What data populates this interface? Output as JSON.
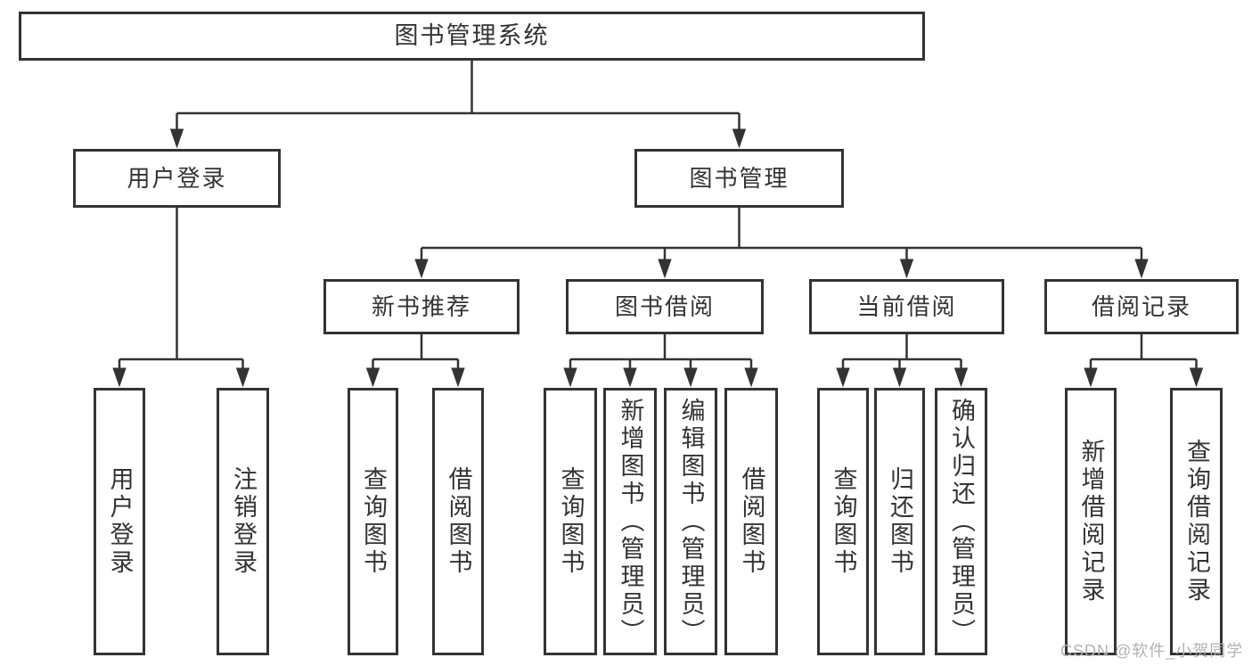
{
  "diagram": {
    "type": "hierarchy-tree",
    "colors": {
      "line": "#333333",
      "border": "#333333",
      "text": "#333333",
      "background": "#ffffff",
      "watermark_text": "#b3b3b3"
    },
    "tree": {
      "root": {
        "label": "图书管理系统",
        "children": [
          {
            "label": "用户登录",
            "children": [
              {
                "label": "用户登录"
              },
              {
                "label": "注销登录"
              }
            ]
          },
          {
            "label": "图书管理",
            "children": [
              {
                "label": "新书推荐",
                "children": [
                  {
                    "label": "查询图书"
                  },
                  {
                    "label": "借阅图书"
                  }
                ]
              },
              {
                "label": "图书借阅",
                "children": [
                  {
                    "label": "查询图书"
                  },
                  {
                    "label": "新增图书（管理员）"
                  },
                  {
                    "label": "编辑图书（管理员）"
                  },
                  {
                    "label": "借阅图书"
                  }
                ]
              },
              {
                "label": "当前借阅",
                "children": [
                  {
                    "label": "查询图书"
                  },
                  {
                    "label": "归还图书"
                  },
                  {
                    "label": "确认归还（管理员）"
                  }
                ]
              },
              {
                "label": "借阅记录",
                "children": [
                  {
                    "label": "新增借阅记录"
                  },
                  {
                    "label": "查询借阅记录"
                  }
                ]
              }
            ]
          }
        ]
      }
    },
    "watermark": "CSDN @软件_小贺同学"
  }
}
